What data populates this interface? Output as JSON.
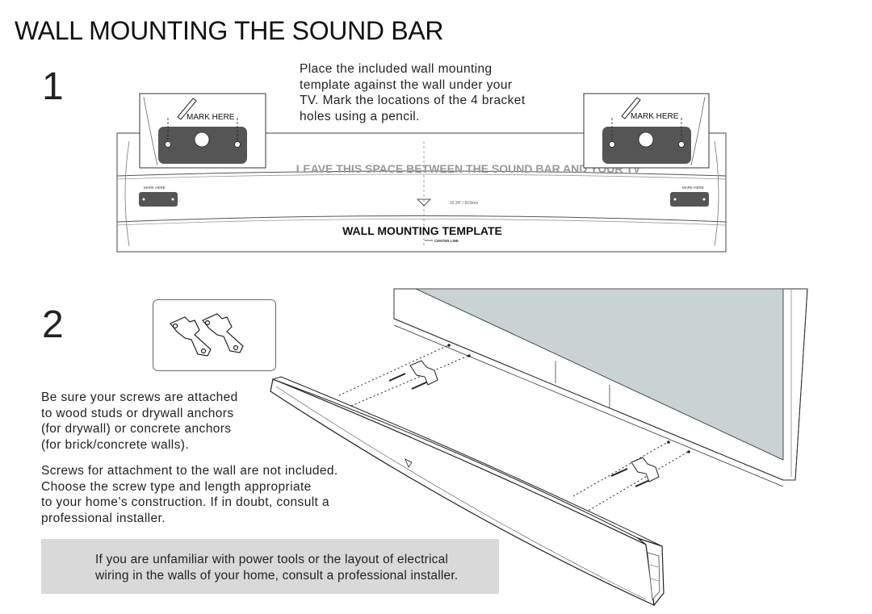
{
  "page": {
    "title": "WALL MOUNTING THE SOUND BAR"
  },
  "step1": {
    "number": "1",
    "text_lines": [
      "Place the included wall mounting",
      "template against the wall under your",
      "TV. Mark the locations of the 4 bracket",
      "holes using a pencil."
    ],
    "template": {
      "mark_here": "MARK HERE",
      "leave_space": "LEAVE THIS SPACE BETWEEN THE SOUND BAR AND YOUR TV",
      "measurement": "32.24\" / 819mm",
      "template_title": "WALL MOUNTING TEMPLATE",
      "center_line": "CENTER LINE"
    }
  },
  "step2": {
    "number": "2",
    "para1_lines": [
      "Be sure your screws are attached",
      "to wood studs or drywall anchors",
      "(for drywall) or concrete anchors",
      "(for brick/concrete walls)."
    ],
    "para2_lines": [
      "Screws for attachment to the wall are not included.",
      "Choose the screw type and length appropriate",
      "to your home’s construction. If in doubt, consult a",
      "professional installer."
    ]
  },
  "note": {
    "lines": [
      "If you are unfamiliar with power tools or the layout of electrical",
      "wiring in the walls of your home, consult a professional installer."
    ]
  },
  "colors": {
    "bracket_fill": "#555555",
    "tv_screen": "#c9d3d3",
    "note_bg": "#d9d9d9"
  }
}
